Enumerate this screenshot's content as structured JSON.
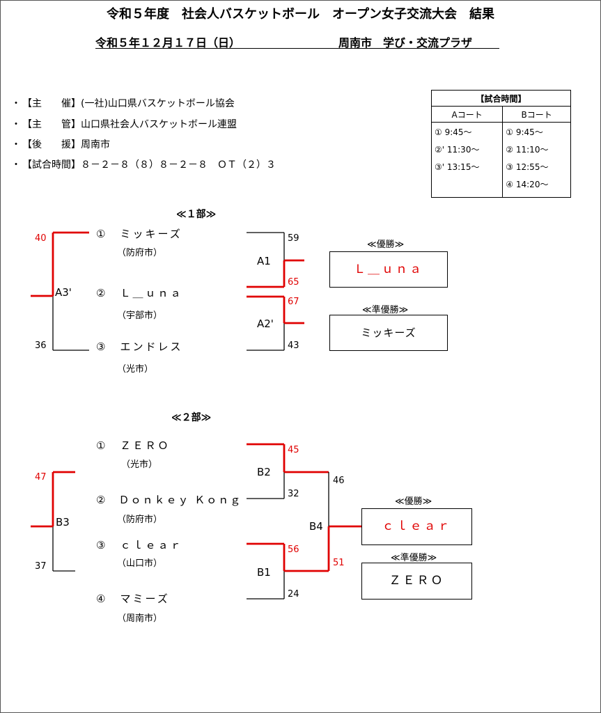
{
  "header": {
    "title": "令和５年度　社会人バスケットボール　オープン女子交流大会　結果",
    "date": "令和５年１２月１７日（日）",
    "venue": "周南市　学び・交流プラザ"
  },
  "info": [
    "【主　　催】(一社)山口県バスケットボール協会",
    "【主　　管】山口県社会人バスケットボール連盟",
    "【後　　援】周南市",
    "【試合時間】８－２－８（８）８－２－８　ＯＴ（２）３"
  ],
  "schedule": {
    "title": "【試合時間】",
    "court_a": {
      "label": "Aコート",
      "slots": [
        "①  9:45～",
        "②' 11:30～",
        "③' 13:15～"
      ]
    },
    "court_b": {
      "label": "Bコート",
      "slots": [
        "①  9:45～",
        "②  11:10～",
        "③  12:55～",
        "④  14:20～"
      ]
    }
  },
  "division1": {
    "label": "≪１部≫",
    "teams": [
      {
        "num": "①",
        "name": "ミッキーズ",
        "city": "（防府市）"
      },
      {
        "num": "②",
        "name": "Ｌ＿ｕｎａ",
        "city": "（宇部市）"
      },
      {
        "num": "③",
        "name": "エンドレス",
        "city": "（光市）"
      }
    ],
    "matches": {
      "A3": {
        "label": "A3'",
        "score_top": "40",
        "score_bottom": "36"
      },
      "A1": {
        "label": "A1",
        "score_top": "59",
        "score_bottom": "65"
      },
      "A2": {
        "label": "A2'",
        "score_top": "67",
        "score_bottom": "43"
      }
    },
    "winner_title": "≪優勝≫",
    "winner": "Ｌ＿ｕｎａ",
    "runnerup_title": "≪準優勝≫",
    "runnerup": "ミッキーズ"
  },
  "division2": {
    "label": "≪２部≫",
    "teams": [
      {
        "num": "①",
        "name": "ＺＥＲＯ",
        "city": "（光市）"
      },
      {
        "num": "②",
        "name": "Ｄｏｎｋｅｙ Ｋｏｎｇ",
        "city": "（防府市）"
      },
      {
        "num": "③",
        "name": "ｃｌｅａｒ",
        "city": "（山口市）"
      },
      {
        "num": "④",
        "name": "マミーズ",
        "city": "（周南市）"
      }
    ],
    "matches": {
      "B3": {
        "label": "B3",
        "score_top": "47",
        "score_bottom": "37"
      },
      "B2": {
        "label": "B2",
        "score_top": "45",
        "score_bottom": "32"
      },
      "B1": {
        "label": "B1",
        "score_top": "56",
        "score_bottom": "24"
      },
      "B4": {
        "label": "B4",
        "score_top": "46",
        "score_bottom": "51"
      }
    },
    "winner_title": "≪優勝≫",
    "winner": "ｃｌｅａｒ",
    "runnerup_title": "≪準優勝≫",
    "runnerup": "ＺＥＲＯ"
  },
  "colors": {
    "winner_line": "#e00000",
    "text": "#000000"
  }
}
